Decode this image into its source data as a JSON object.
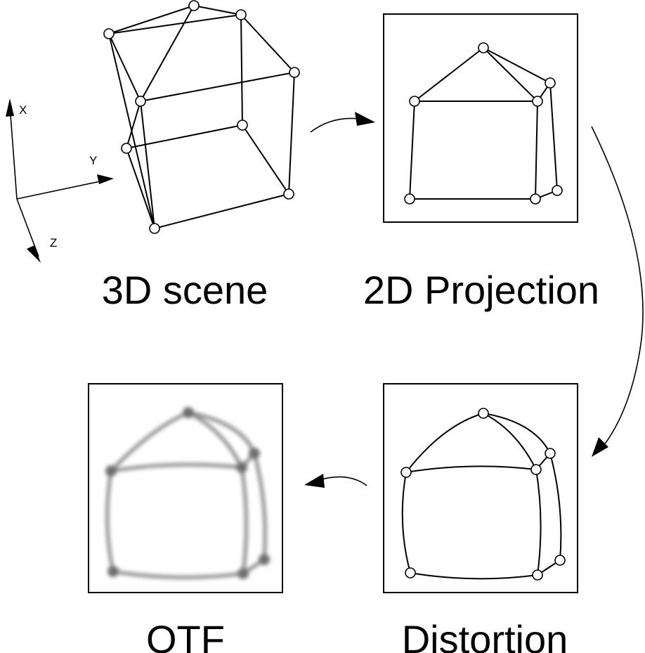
{
  "axes": {
    "x_label": "X",
    "y_label": "Y",
    "z_label": "Z"
  },
  "stages": {
    "scene_3d": "3D scene",
    "projection_2d": "2D Projection",
    "distortion": "Distortion",
    "otf": "OTF"
  }
}
